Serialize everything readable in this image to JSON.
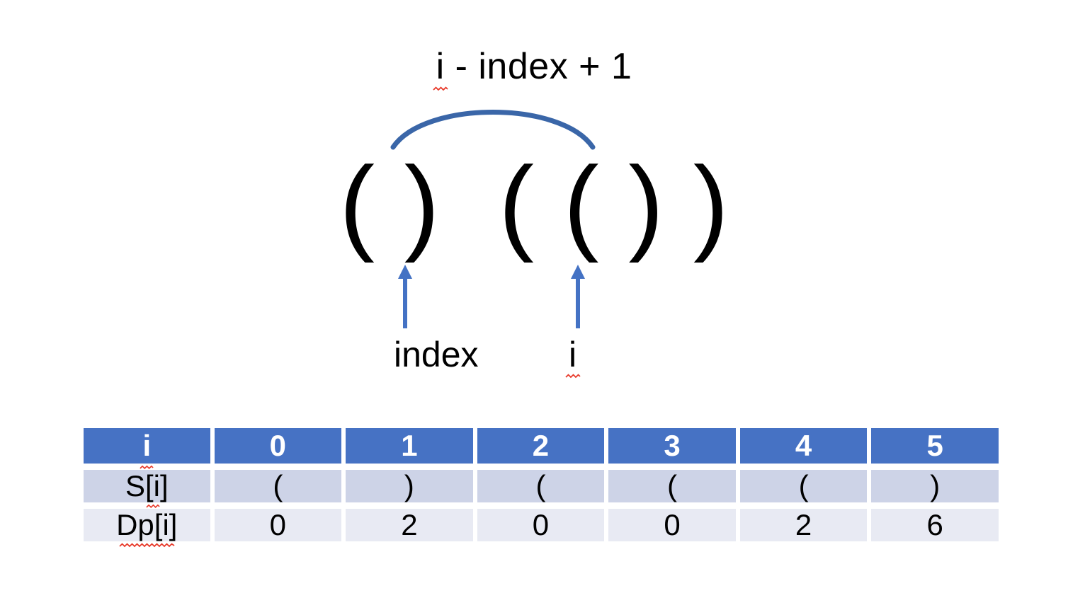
{
  "annotation": {
    "span_label_prefix": "i",
    "span_label_rest": " - index + 1",
    "arc_color": "#3A66A8"
  },
  "sequence": {
    "text": "( )  ( ( ) )",
    "characters": [
      "(",
      ")",
      "(",
      "(",
      ")",
      ")"
    ]
  },
  "pointers": {
    "index_label": "index",
    "i_label": "i",
    "arrow_color": "#4472C4"
  },
  "table": {
    "header_bg": "#4672C4",
    "row_s_bg": "#cdd3e7",
    "row_dp_bg": "#e8eaf3",
    "columns": [
      "i",
      "0",
      "1",
      "2",
      "3",
      "4",
      "5"
    ],
    "rows": [
      {
        "label": "S[i]",
        "values": [
          "(",
          ")",
          "(",
          "(",
          "(",
          ")"
        ]
      },
      {
        "label": "Dp[i]",
        "values": [
          "0",
          "2",
          "0",
          "0",
          "2",
          "6"
        ]
      }
    ]
  },
  "chart_data": {
    "type": "table",
    "title": "i - index + 1",
    "categories": [
      "0",
      "1",
      "2",
      "3",
      "4",
      "5"
    ],
    "series": [
      {
        "name": "S[i]",
        "values": [
          "(",
          ")",
          "(",
          "(",
          "(",
          ")"
        ]
      },
      {
        "name": "Dp[i]",
        "values": [
          0,
          2,
          0,
          0,
          2,
          6
        ]
      }
    ],
    "annotations": [
      {
        "text": "index",
        "points_to_index": 2
      },
      {
        "text": "i",
        "points_to_index": 5
      },
      {
        "text": "i - index + 1",
        "spans": [
          2,
          5
        ]
      }
    ]
  }
}
